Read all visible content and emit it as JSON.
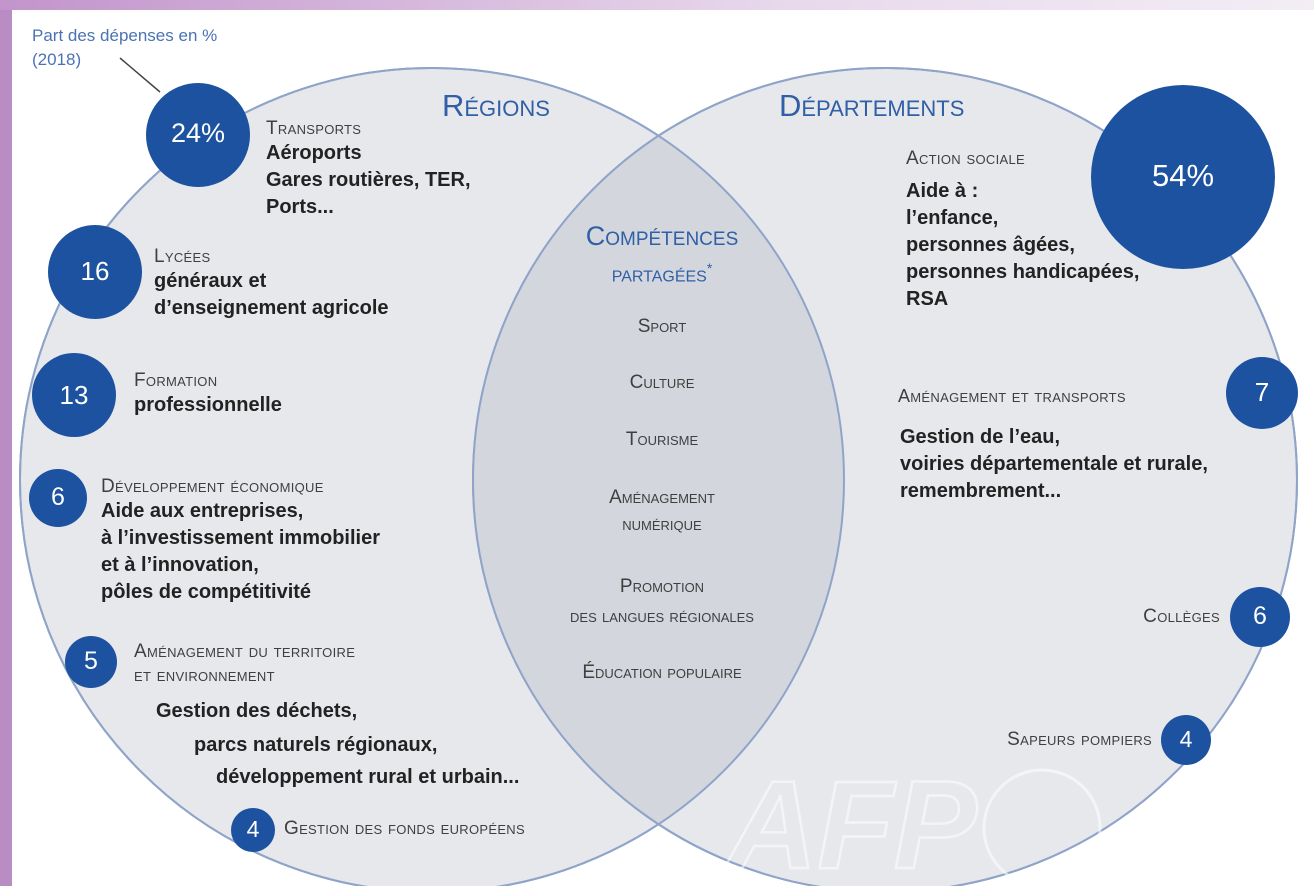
{
  "note": {
    "line1": "Part des dépenses en %",
    "line2": "(2018)"
  },
  "regions": {
    "title": "Régions",
    "items": [
      {
        "value": "24%",
        "category": "Transports",
        "details": [
          "Aéroports",
          "Gares routières, TER,",
          "Ports..."
        ]
      },
      {
        "value": "16",
        "category": "Lycées",
        "details": [
          "généraux et",
          "d’enseignement agricole"
        ]
      },
      {
        "value": "13",
        "category": "Formation",
        "details": [
          "professionnelle"
        ]
      },
      {
        "value": "6",
        "category": "Développement économique",
        "details": [
          "Aide aux entreprises,",
          "à l’investissement immobilier",
          "et à l’innovation,",
          "pôles de compétitivité"
        ]
      },
      {
        "value": "5",
        "category": [
          "Aménagement du territoire",
          "et environnement"
        ],
        "details": [
          "Gestion des déchets,",
          "parcs naturels régionaux,",
          "développement rural et urbain..."
        ]
      },
      {
        "value": "4",
        "category": "Gestion des fonds européens"
      }
    ]
  },
  "departements": {
    "title": "Départements",
    "items": [
      {
        "value": "54%",
        "category": "Action sociale",
        "details": [
          "Aide à :",
          "l’enfance,",
          "personnes âgées,",
          "personnes handicapées,",
          "RSA"
        ]
      },
      {
        "value": "7",
        "category": "Aménagement et transports",
        "details": [
          "Gestion de l’eau,",
          "voiries départementale et rurale,",
          "remembrement..."
        ]
      },
      {
        "value": "6",
        "category": "Collèges"
      },
      {
        "value": "4",
        "category": "Sapeurs pompiers"
      }
    ]
  },
  "shared": {
    "title": [
      "Compétences",
      "partagées"
    ],
    "title_mark": "*",
    "items": [
      "Sport",
      "Culture",
      "Tourisme",
      [
        "Aménagement",
        "numérique"
      ],
      [
        "Promotion",
        "des langues régionales"
      ],
      "Éducation populaire"
    ]
  },
  "watermark": "AFP",
  "colors": {
    "bubble": "#1c52a0",
    "ring": "#8fa4c8",
    "fill": "#e7e8ec",
    "overlap": "#d3d6dd",
    "title": "#2f5fa6"
  }
}
